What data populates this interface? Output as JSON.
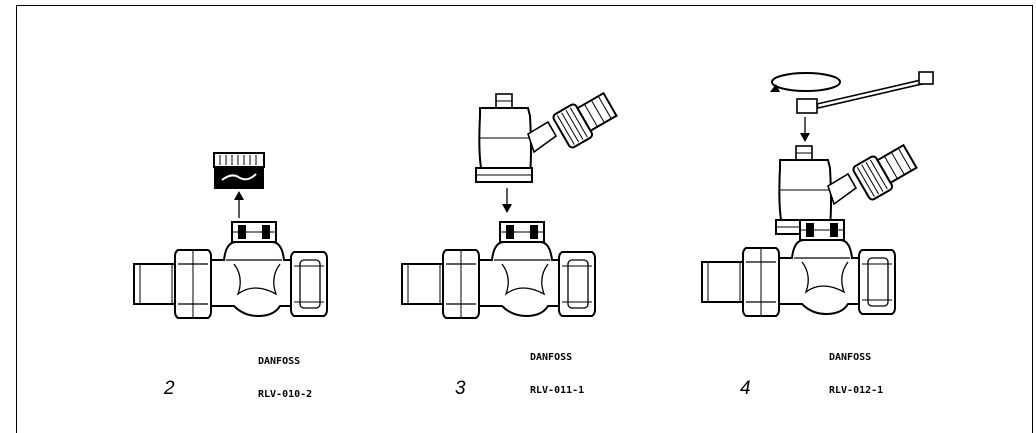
{
  "panels": [
    {
      "step": "2",
      "brand": "DANFOSS",
      "code": "RLV-010-2"
    },
    {
      "step": "3",
      "brand": "DANFOSS",
      "code": "RLV-011-1"
    },
    {
      "step": "4",
      "brand": "DANFOSS",
      "code": "RLV-012-1"
    }
  ],
  "colors": {
    "line": "#000000",
    "fill": "#ffffff",
    "shade": "#e6e6e6"
  },
  "icons": [
    "valve-body-icon",
    "protective-cap-icon",
    "drain-adapter-icon",
    "hex-key-icon",
    "rotation-arrow-icon"
  ]
}
